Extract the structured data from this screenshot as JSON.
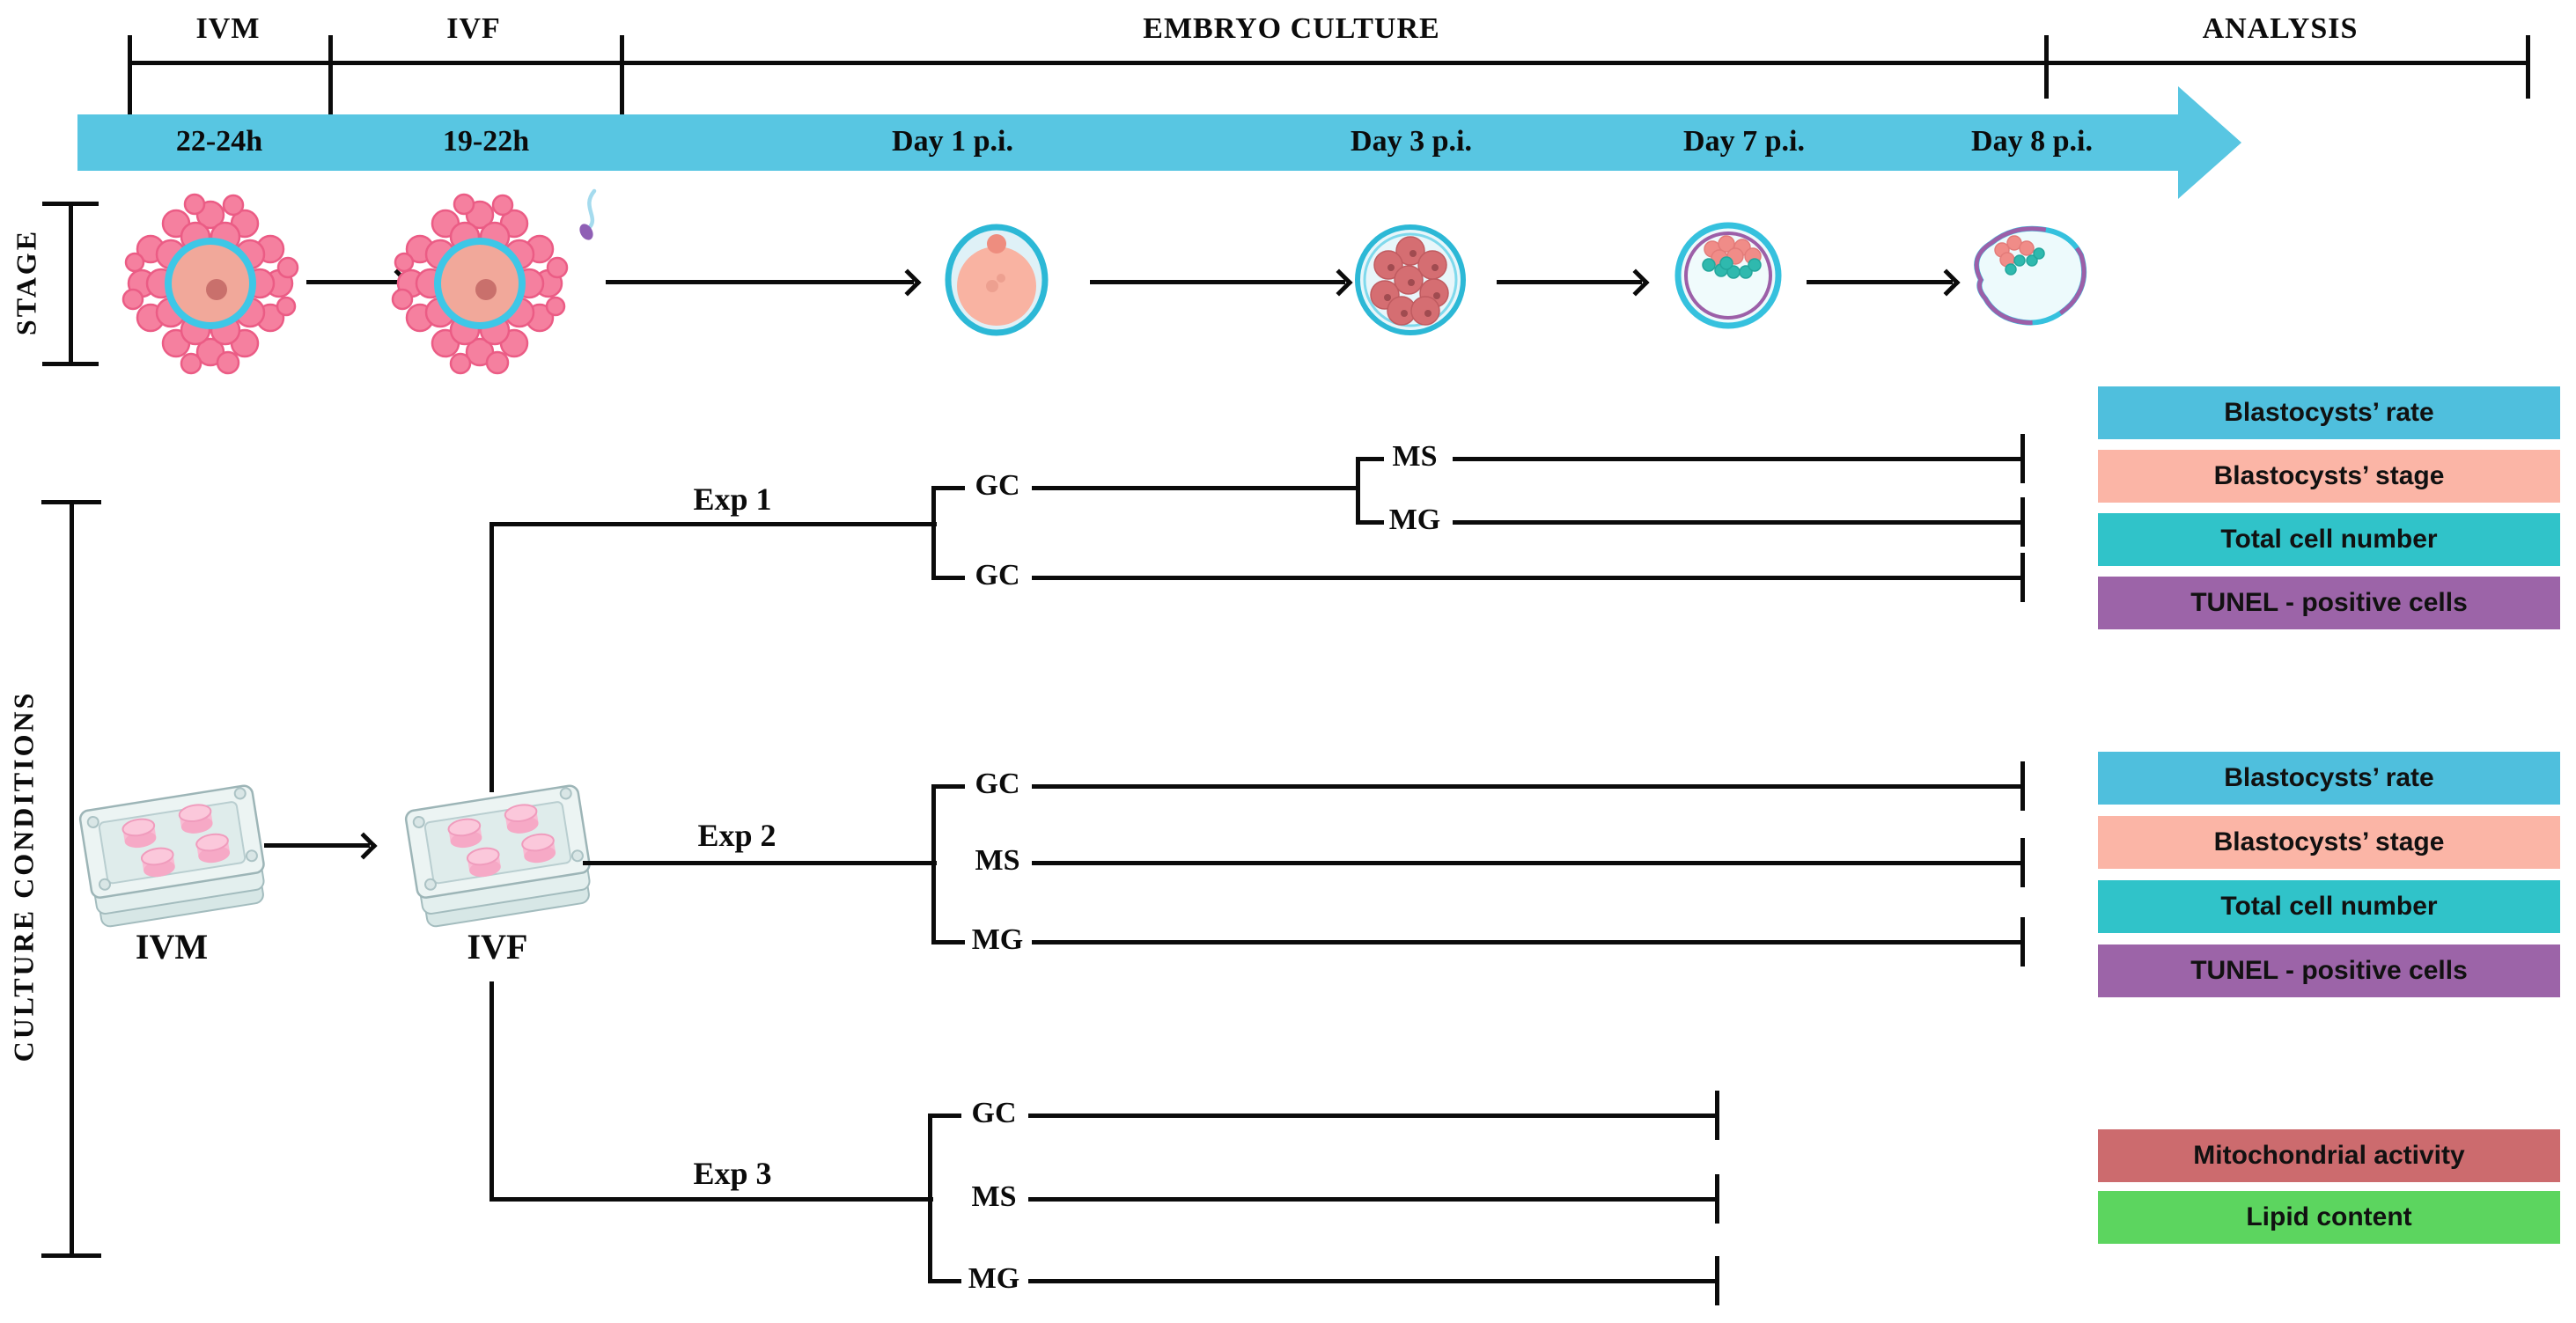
{
  "header": {
    "phases": [
      {
        "label": "IVM"
      },
      {
        "label": "IVF"
      },
      {
        "label": "EMBRYO CULTURE"
      },
      {
        "label": "ANALYSIS"
      }
    ]
  },
  "timeline_arrow": {
    "color": "#58C6E2",
    "labels": [
      {
        "text": "22-24h"
      },
      {
        "text": "19-22h"
      },
      {
        "text": "Day 1 p.i."
      },
      {
        "text": "Day 3 p.i."
      },
      {
        "text": "Day 7 p.i."
      },
      {
        "text": "Day 8 p.i."
      }
    ]
  },
  "stage_row": {
    "axis_label": "STAGE",
    "icons": [
      "cumulus-oocyte-complex-icon",
      "cumulus-oocyte-complex-with-sperm-icon",
      "zygote-day1-icon",
      "morula-day3-icon",
      "blastocyst-day7-icon",
      "hatched-blastocyst-day8-icon"
    ]
  },
  "culture_section": {
    "axis_label": "CULTURE CONDITIONS",
    "ivm_plate_label": "IVM",
    "ivf_plate_label": "IVF",
    "experiments": [
      {
        "label": "Exp 1",
        "groups": {
          "gc_top": "GC",
          "ms": "MS",
          "mg": "MG",
          "gc_bottom": "GC"
        }
      },
      {
        "label": "Exp 2",
        "groups": {
          "gc": "GC",
          "ms": "MS",
          "mg": "MG"
        }
      },
      {
        "label": "Exp 3",
        "groups": {
          "gc": "GC",
          "ms": "MS",
          "mg": "MG"
        }
      }
    ]
  },
  "legend_groups": [
    {
      "items": [
        {
          "label": "Blastocysts’ rate",
          "color": "#4FBFDD"
        },
        {
          "label": "Blastocysts’ stage",
          "color": "#FBB5A6"
        },
        {
          "label": "Total cell number",
          "color": "#30C3C9"
        },
        {
          "label": "TUNEL - positive cells",
          "color": "#9C64A8"
        }
      ]
    },
    {
      "items": [
        {
          "label": "Blastocysts’ rate",
          "color": "#4FBFDD"
        },
        {
          "label": "Blastocysts’ stage",
          "color": "#FBB5A6"
        },
        {
          "label": "Total cell number",
          "color": "#30C3C9"
        },
        {
          "label": "TUNEL - positive cells",
          "color": "#9C64A8"
        }
      ]
    },
    {
      "items": [
        {
          "label": "Mitochondrial activity",
          "color": "#CC6B6E"
        },
        {
          "label": "Lipid content",
          "color": "#5CD55F"
        }
      ]
    }
  ]
}
